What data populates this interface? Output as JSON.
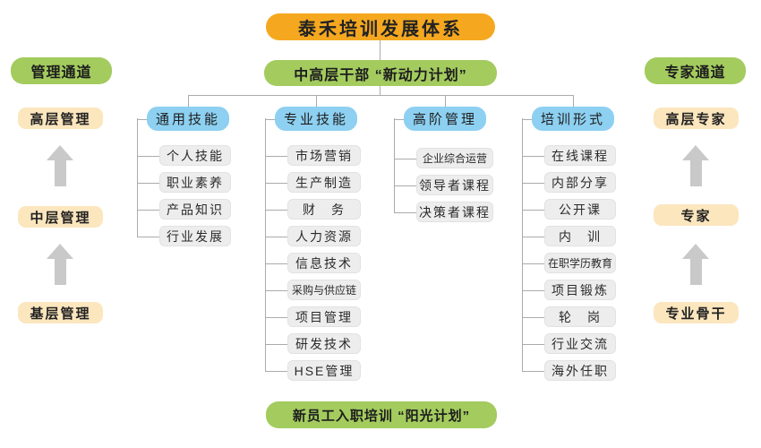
{
  "title": "泰禾培训发展体系",
  "subtitle": "中高层干部 “新动力计划”",
  "footer": "新员工入职培训 “阳光计划”",
  "left_channel": {
    "title": "管理通道",
    "levels": [
      "高层管理",
      "中层管理",
      "基层管理"
    ]
  },
  "right_channel": {
    "title": "专家通道",
    "levels": [
      "高层专家",
      "专家",
      "专业骨干"
    ]
  },
  "columns": [
    {
      "header": "通用技能",
      "items": [
        "个人技能",
        "职业素养",
        "产品知识",
        "行业发展"
      ]
    },
    {
      "header": "专业技能",
      "items": [
        "市场营销",
        "生产制造",
        "财　务",
        "人力资源",
        "信息技术",
        "采购与供应链",
        "项目管理",
        "研发技术",
        "HSE管理"
      ]
    },
    {
      "header": "高阶管理",
      "items": [
        "企业综合运营",
        "领导者课程",
        "决策者课程"
      ]
    },
    {
      "header": "培训形式",
      "items": [
        "在线课程",
        "内部分享",
        "公开课",
        "内　训",
        "在职学历教育",
        "项目锻炼",
        "轮　岗",
        "行业交流",
        "海外任职"
      ]
    }
  ],
  "colors": {
    "title_bg": "#F5A81F",
    "plan_bg": "#A3CB5E",
    "channel_level_bg": "#FBE6BE",
    "column_header_bg": "#8DD0F1",
    "item_bg": "#EDEDED",
    "connector": "#ABABAB",
    "arrow": "#C9C9C9"
  }
}
